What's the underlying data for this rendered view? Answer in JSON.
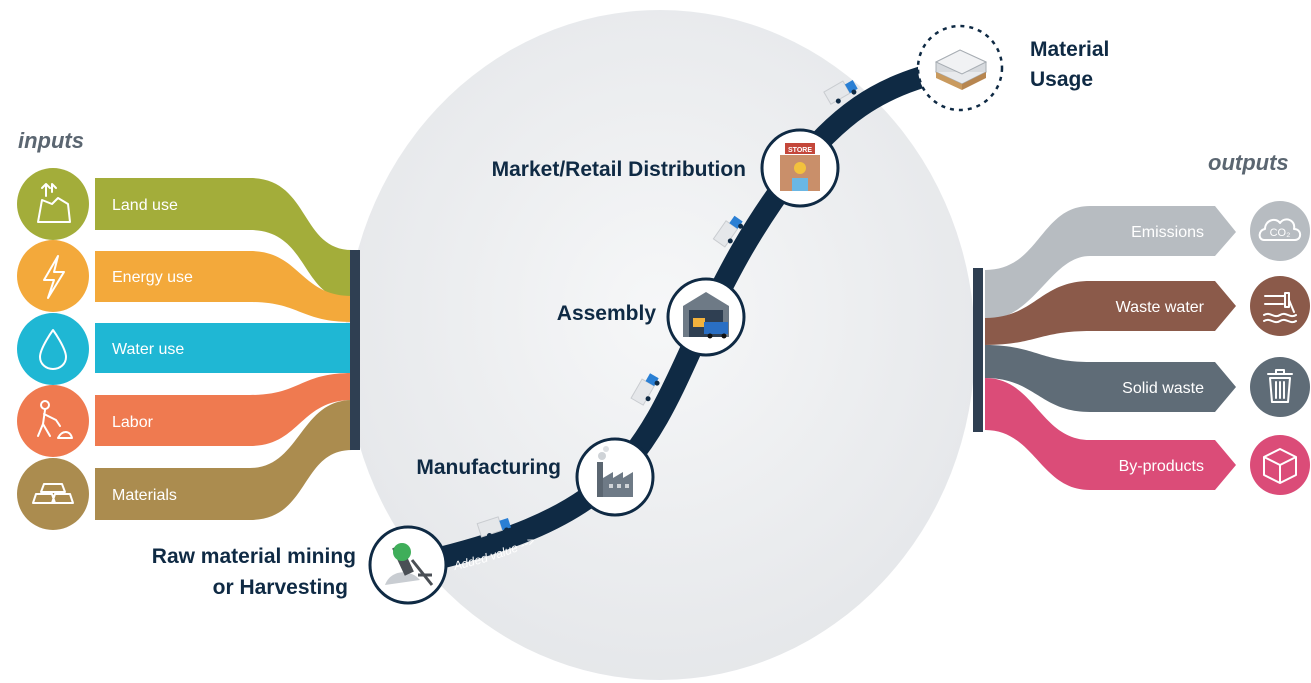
{
  "inputs": {
    "title": "inputs",
    "items": [
      {
        "label": "Land use",
        "color": "#a3ad3a",
        "icon": "land-icon"
      },
      {
        "label": "Energy use",
        "color": "#f3a93b",
        "icon": "lightning-icon"
      },
      {
        "label": "Water use",
        "color": "#1fb7d4",
        "icon": "water-drop-icon"
      },
      {
        "label": "Labor",
        "color": "#ef7a50",
        "icon": "worker-icon"
      },
      {
        "label": "Materials",
        "color": "#ab8c4f",
        "icon": "gold-bars-icon"
      }
    ]
  },
  "outputs": {
    "title": "outputs",
    "items": [
      {
        "label": "Emissions",
        "color": "#b7bcc1",
        "icon": "co2-cloud-icon",
        "icon_text": "CO₂"
      },
      {
        "label": "Waste water",
        "color": "#8b5a4a",
        "icon": "waste-pipe-icon"
      },
      {
        "label": "Solid waste",
        "color": "#5f6c77",
        "icon": "trash-bin-icon"
      },
      {
        "label": "By-products",
        "color": "#db4c78",
        "icon": "box-icon"
      }
    ]
  },
  "stages": {
    "raw_line1": "Raw material mining",
    "raw_line2": "or Harvesting",
    "manufacturing": "Manufacturing",
    "assembly": "Assembly",
    "market": "Market/Retail Distribution",
    "usage_line1": "Material",
    "usage_line2": "Usage"
  },
  "path_text": "Added value -->",
  "store_sign": "STORE",
  "colors": {
    "path": "#0f2a44",
    "bar": "#2f3f52",
    "circle_bg": "#eeeff1",
    "title_gray": "#5b6671"
  }
}
